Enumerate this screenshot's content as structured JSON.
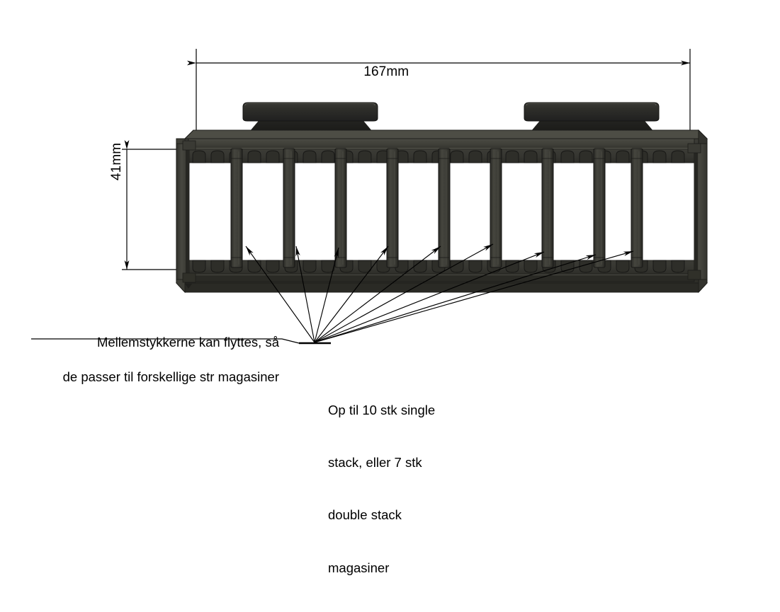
{
  "drawing": {
    "title": "Magazine rack technical drawing",
    "background_color": "#ffffff",
    "line_color": "#000000",
    "body_color": "#3e3e39",
    "body_dark_color": "#2c2c28",
    "body_light_color": "#55554e",
    "pad_color": "#2b2b27"
  },
  "dimensions": {
    "horizontal": {
      "label": "167mm",
      "value": 167,
      "unit": "mm",
      "orientation": "horizontal"
    },
    "vertical": {
      "label": "41mm",
      "value": 41,
      "unit": "mm",
      "orientation": "vertical"
    }
  },
  "annotations": {
    "dividers_note": {
      "line1": "Mellemstykkerne kan flyttes, så",
      "line2": "de passer til forskellige str magasiner",
      "leader_count": 9
    },
    "capacity_note": {
      "line1": "Op til 10 stk single",
      "line2": "stack, eller 7 stk",
      "line3": "double stack",
      "line4": "magasiner"
    }
  },
  "part": {
    "name": "magazine-rack",
    "divider_count": 9,
    "mounting_pad_count": 2,
    "arch_slot_count": 27
  }
}
